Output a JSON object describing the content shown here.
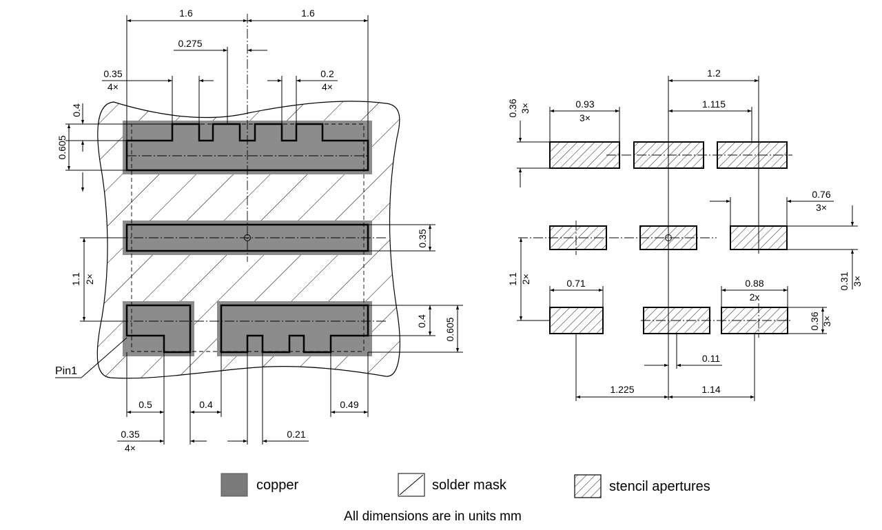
{
  "left_view": {
    "dims": {
      "top_left_width": "1.6",
      "top_right_width": "1.6",
      "offset_0275": "0.275",
      "tab_035": "0.35",
      "tab_035_count": "4×",
      "tab_02": "0.2",
      "tab_02_count": "4×",
      "left_04": "0.4",
      "left_0605": "0.605",
      "right_035": "0.35",
      "pitch_11": "1.1",
      "pitch_11_count": "2×",
      "right_04": "0.4",
      "right_0605": "0.605",
      "bottom_05": "0.5",
      "bottom_04": "0.4",
      "bottom_049": "0.49",
      "bottom_035": "0.35",
      "bottom_035_count": "4×",
      "bottom_021": "0.21"
    },
    "pin1_label": "Pin1"
  },
  "right_view": {
    "dims": {
      "w_12": "1.2",
      "h_036": "0.36",
      "h_036_count": "3×",
      "w_093": "0.93",
      "w_093_count": "3×",
      "w_1115": "1.115",
      "w_076": "0.76",
      "w_076_count": "3×",
      "pitch_11": "1.1",
      "pitch_11_count": "2×",
      "h_031": "0.31",
      "h_031_count": "3×",
      "w_071": "0.71",
      "w_088": "0.88",
      "w_088_count": "2x",
      "h_036b": "0.36",
      "h_036b_count": "3×",
      "w_011": "0.11",
      "w_1225": "1.225",
      "w_114": "1.14"
    }
  },
  "legend": {
    "copper": "copper",
    "solder_mask": "solder mask",
    "stencil": "stencil apertures"
  },
  "footnote": "All dimensions are in units mm",
  "colors": {
    "copper": "#7a7a7a",
    "mask_outline": "#9a9a9a",
    "line": "#000000"
  }
}
